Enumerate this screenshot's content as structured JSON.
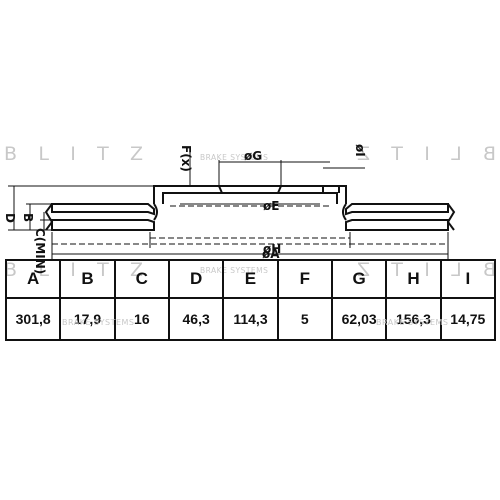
{
  "watermark": {
    "brand_left": "BLITZ",
    "brand_mirror": "BLITZ",
    "subtitle": "BRAKE SYSTEMS"
  },
  "dimension_labels": {
    "A": "øA",
    "D": "D",
    "B": "B",
    "C": "C(MIN)",
    "E": "øE",
    "F": "F(x)",
    "G": "øG",
    "H": "øH",
    "I": "øI"
  },
  "spec_table": {
    "headers": [
      "A",
      "B",
      "C",
      "D",
      "E",
      "F",
      "G",
      "H",
      "I"
    ],
    "values": [
      "301,8",
      "17,9",
      "16",
      "46,3",
      "114,3",
      "5",
      "62,03",
      "156,3",
      "14,75"
    ]
  }
}
